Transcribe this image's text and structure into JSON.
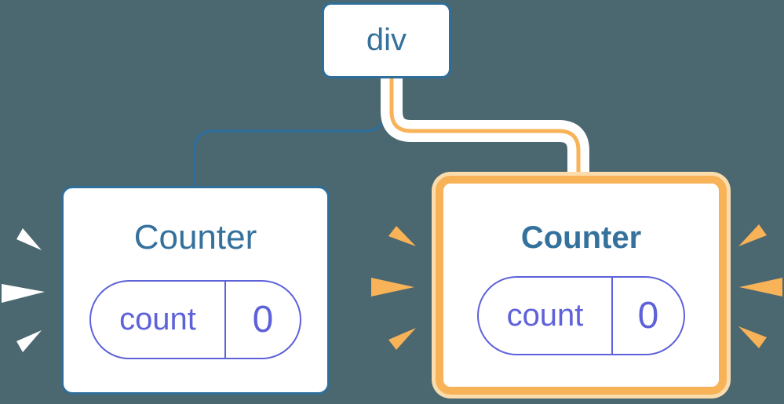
{
  "palette": {
    "background": "#4B6770",
    "node_border_blue": "#2F6E99",
    "node_text_blue": "#34719C",
    "title_blue": "#34719C",
    "edge_blue": "#2F6E99",
    "edge_casing_white": "#FFFFFF",
    "highlight_orange": "#F8B257",
    "highlight_orange_light": "#FBDCAC",
    "state_purple": "#5E62D9",
    "burst_white": "#FFFFFF"
  },
  "tree": {
    "root": {
      "label": "div"
    },
    "children": [
      {
        "title": "Counter",
        "state": {
          "name": "count",
          "value": "0"
        },
        "highlighted": false
      },
      {
        "title": "Counter",
        "state": {
          "name": "count",
          "value": "0"
        },
        "highlighted": true
      }
    ]
  },
  "icons": [
    {
      "name": "burst-left-counter-icon",
      "glyph": "three-radiating-dashes",
      "color": "#FFFFFF"
    },
    {
      "name": "burst-right-counter-inner-icon",
      "glyph": "three-radiating-dashes",
      "color": "#F8B257"
    },
    {
      "name": "burst-right-counter-outer-icon",
      "glyph": "three-radiating-dashes",
      "color": "#F8B257"
    }
  ]
}
